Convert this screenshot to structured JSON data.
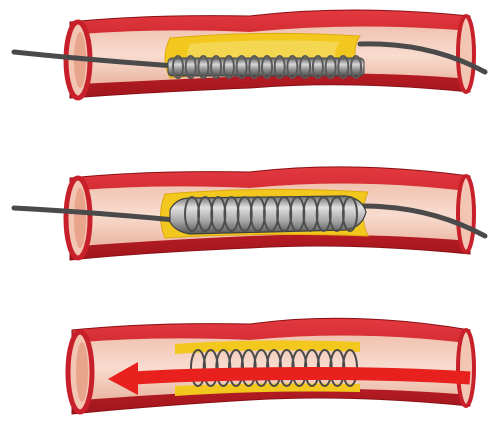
{
  "diagram": {
    "panels": [
      {
        "step": 1,
        "depicts": "catheter-with-crimped-stent",
        "stent_state": "collapsed",
        "has_catheter_wire": true,
        "has_blood_flow_arrow": false
      },
      {
        "step": 2,
        "depicts": "balloon-expanding-stent",
        "stent_state": "expanding",
        "has_catheter_wire": true,
        "has_blood_flow_arrow": false
      },
      {
        "step": 3,
        "depicts": "stent-deployed-blood-flow",
        "stent_state": "deployed",
        "has_catheter_wire": false,
        "has_blood_flow_arrow": true
      }
    ],
    "colors": {
      "artery_wall": "#c8202a",
      "artery_wall_dark": "#9a1418",
      "vessel_lumen": "#f5d3c4",
      "vessel_inner_edge": "#e8a890",
      "plaque": "#f2c81e",
      "plaque_light": "#f8e27a",
      "wire": "#4a4a4a",
      "stent_metal": "#8c8c8c",
      "stent_highlight": "#d6d6d6",
      "flow_arrow": "#e8201e"
    },
    "icons": [
      "artery-icon",
      "catheter-wire-icon",
      "stent-icon",
      "balloon-icon",
      "blood-flow-arrow-icon"
    ]
  }
}
